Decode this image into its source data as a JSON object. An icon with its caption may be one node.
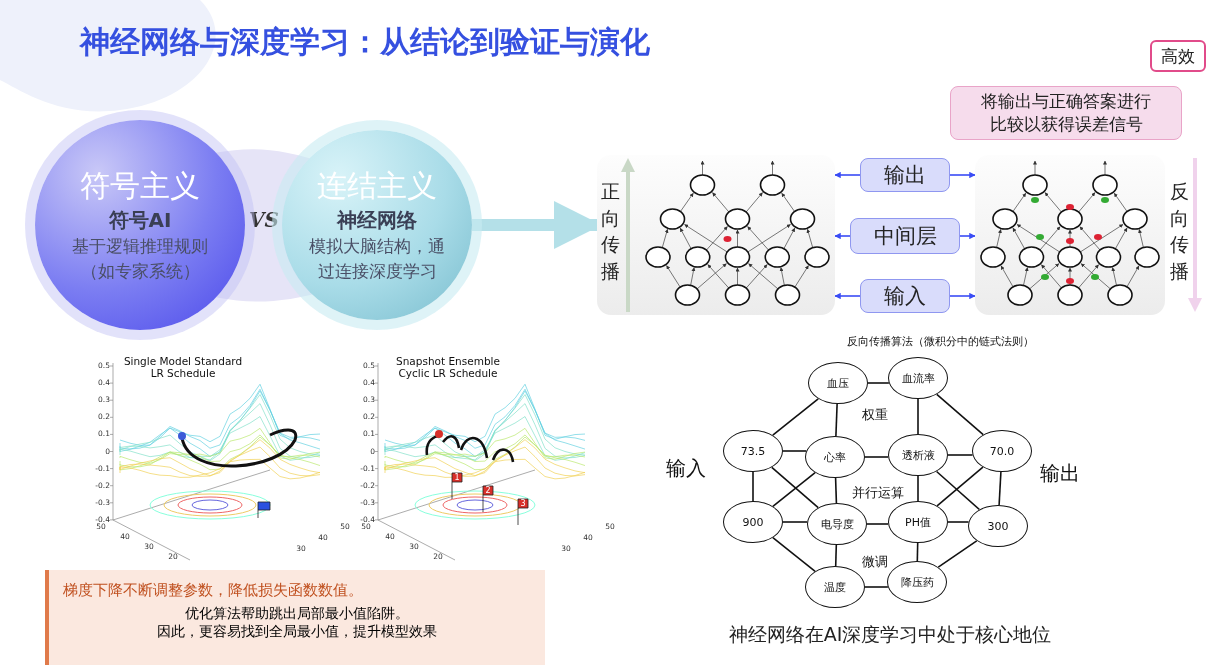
{
  "diagram": {
    "title": "神经网络与深度学习：从结论到验证与演化",
    "caption": "神经网络在AI深度学习中处于核心地位",
    "nodes": [
      {
        "text": [
          "符号主义",
          "符号AI",
          "基于逻辑推理规则（如专家系统）"
        ]
      },
      {
        "text": [
          "连结主义",
          "神经网络",
          "模拟大脑结构，通过连接深度学习"
        ]
      },
      {
        "text": [],
        "shape": "picture"
      },
      {
        "text": [],
        "shape": "picture"
      },
      {
        "text": [
          "输出"
        ]
      },
      {
        "text": [
          "中间层"
        ]
      },
      {
        "text": [
          "输入"
        ]
      },
      {
        "text": [
          "高效"
        ]
      },
      {
        "text": [
          "将输出与正确答案进行比较以获得误差信号"
        ]
      },
      {
        "text": [
          "梯度下降不断调整参数，降低损失函数数值。",
          "优化算法帮助跳出局部最小值陷阱。",
          "因此，更容易找到全局最小值，提升模型效果"
        ]
      },
      {
        "text": [
          "血压"
        ]
      },
      {
        "text": [
          "血流率"
        ]
      },
      {
        "text": [
          "73.5"
        ]
      },
      {
        "text": [
          "心率"
        ]
      },
      {
        "text": [
          "透析液"
        ]
      },
      {
        "text": [
          "70.0"
        ]
      },
      {
        "text": [
          "900"
        ]
      },
      {
        "text": [
          "电导度"
        ]
      },
      {
        "text": [
          "PH值"
        ]
      },
      {
        "text": [
          "300"
        ]
      },
      {
        "text": [
          "温度"
        ]
      },
      {
        "text": [
          "降压药"
        ]
      }
    ],
    "edges": [
      {
        "from": 1,
        "to": 2,
        "arrow": "to",
        "style": "thick",
        "color": "#a8dbe4"
      },
      {
        "from": 4,
        "to": 2,
        "arrow": "to",
        "color": "#3a4cf5"
      },
      {
        "from": 4,
        "to": 3,
        "arrow": "to",
        "color": "#3a4cf5"
      },
      {
        "from": 5,
        "to": 2,
        "arrow": "to",
        "color": "#3a4cf5"
      },
      {
        "from": 5,
        "to": 3,
        "arrow": "to",
        "color": "#3a4cf5"
      },
      {
        "from": 6,
        "to": 2,
        "arrow": "to",
        "color": "#3a4cf5"
      },
      {
        "from": 6,
        "to": 3,
        "arrow": "to",
        "color": "#3a4cf5"
      },
      {
        "from": 10,
        "to": 11,
        "arrow": "none"
      },
      {
        "from": 10,
        "to": 12,
        "arrow": "none"
      },
      {
        "from": 10,
        "to": 13,
        "arrow": "none"
      },
      {
        "from": 11,
        "to": 14,
        "arrow": "none"
      },
      {
        "from": 11,
        "to": 15,
        "arrow": "none"
      },
      {
        "from": 12,
        "to": 13,
        "arrow": "none"
      },
      {
        "from": 12,
        "to": 16,
        "arrow": "none"
      },
      {
        "from": 12,
        "to": 17,
        "arrow": "none"
      },
      {
        "from": 13,
        "to": 14,
        "arrow": "none"
      },
      {
        "from": 13,
        "to": 16,
        "arrow": "none"
      },
      {
        "from": 13,
        "to": 17,
        "arrow": "none"
      },
      {
        "from": 14,
        "to": 15,
        "arrow": "none"
      },
      {
        "from": 14,
        "to": 18,
        "arrow": "none"
      },
      {
        "from": 14,
        "to": 19,
        "arrow": "none"
      },
      {
        "from": 15,
        "to": 18,
        "arrow": "none"
      },
      {
        "from": 15,
        "to": 19,
        "arrow": "none"
      },
      {
        "from": 16,
        "to": 17,
        "arrow": "none"
      },
      {
        "from": 16,
        "to": 20,
        "arrow": "none"
      },
      {
        "from": 17,
        "to": 18,
        "arrow": "none"
      },
      {
        "from": 17,
        "to": 20,
        "arrow": "none"
      },
      {
        "from": 18,
        "to": 19,
        "arrow": "none"
      },
      {
        "from": 18,
        "to": 21,
        "arrow": "none"
      },
      {
        "from": 19,
        "to": 21,
        "arrow": "none"
      },
      {
        "from": 20,
        "to": 21,
        "arrow": "none"
      }
    ],
    "labels": [
      "VS",
      "正向传播",
      "反向传播",
      "Single Model Standard LR Schedule",
      "0.5",
      "0.4",
      "0.3",
      "0.2",
      "0.1",
      "0",
      "-0.1",
      "-0.2",
      "-0.3",
      "-0.4",
      "50",
      "40",
      "30",
      "20",
      "50",
      "40",
      "30",
      "Snapshot Ensemble Cyclic LR Schedule",
      "0.5",
      "0.4",
      "0.3",
      "0.2",
      "0.1",
      "0",
      "-0.1",
      "-0.2",
      "-0.3",
      "-0.4",
      "50",
      "40",
      "30",
      "20",
      "50",
      "40",
      "30",
      "1",
      "2",
      "3",
      "反向传播算法（微积分中的链式法则）",
      "权重",
      "并行运算",
      "微调",
      "输入",
      "输出"
    ]
  }
}
